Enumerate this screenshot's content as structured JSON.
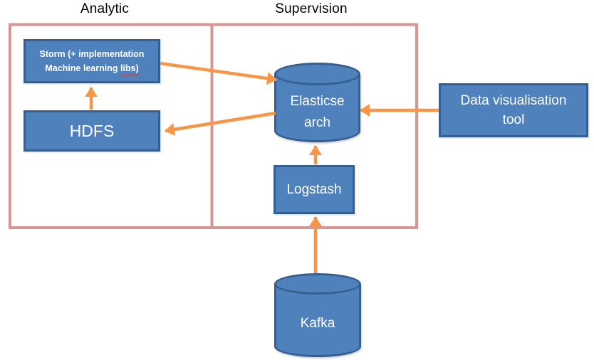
{
  "diagram_title": "",
  "colors": {
    "node-fill": "#4f81bd",
    "node-border": "#365f91",
    "node-text": "#ffffff",
    "arrow": "#f79646",
    "region-border": "#d99594",
    "title-text": "#000000",
    "spellcheck": "#e03c31",
    "canvas-bg": "#ffffff"
  },
  "regions": [
    {
      "id": "analytic",
      "label": "Analytic"
    },
    {
      "id": "supervision",
      "label": "Supervision"
    }
  ],
  "nodes": {
    "storm": {
      "shape": "box",
      "region": "analytic",
      "line1": "Storm (+ implementation",
      "line2_prefix": "Machine learning",
      "line2_underlined": "libs)"
    },
    "hdfs": {
      "shape": "box",
      "region": "analytic",
      "label": "HDFS"
    },
    "elasticsearch": {
      "shape": "cylinder",
      "region": "supervision",
      "line1": "Elasticse",
      "line2": "arch"
    },
    "logstash": {
      "shape": "box",
      "region": "supervision",
      "label": "Logstash"
    },
    "kafka": {
      "shape": "cylinder",
      "region": "none",
      "label": "Kafka"
    },
    "data_visualisation_tool": {
      "shape": "box",
      "region": "none",
      "line1": "Data visualisation",
      "line2": "tool"
    }
  },
  "connections": [
    {
      "from": "hdfs",
      "to": "storm"
    },
    {
      "from": "storm",
      "to": "elasticsearch"
    },
    {
      "from": "elasticsearch",
      "to": "hdfs"
    },
    {
      "from": "data_visualisation_tool",
      "to": "elasticsearch"
    },
    {
      "from": "logstash",
      "to": "elasticsearch"
    },
    {
      "from": "kafka",
      "to": "logstash"
    }
  ]
}
